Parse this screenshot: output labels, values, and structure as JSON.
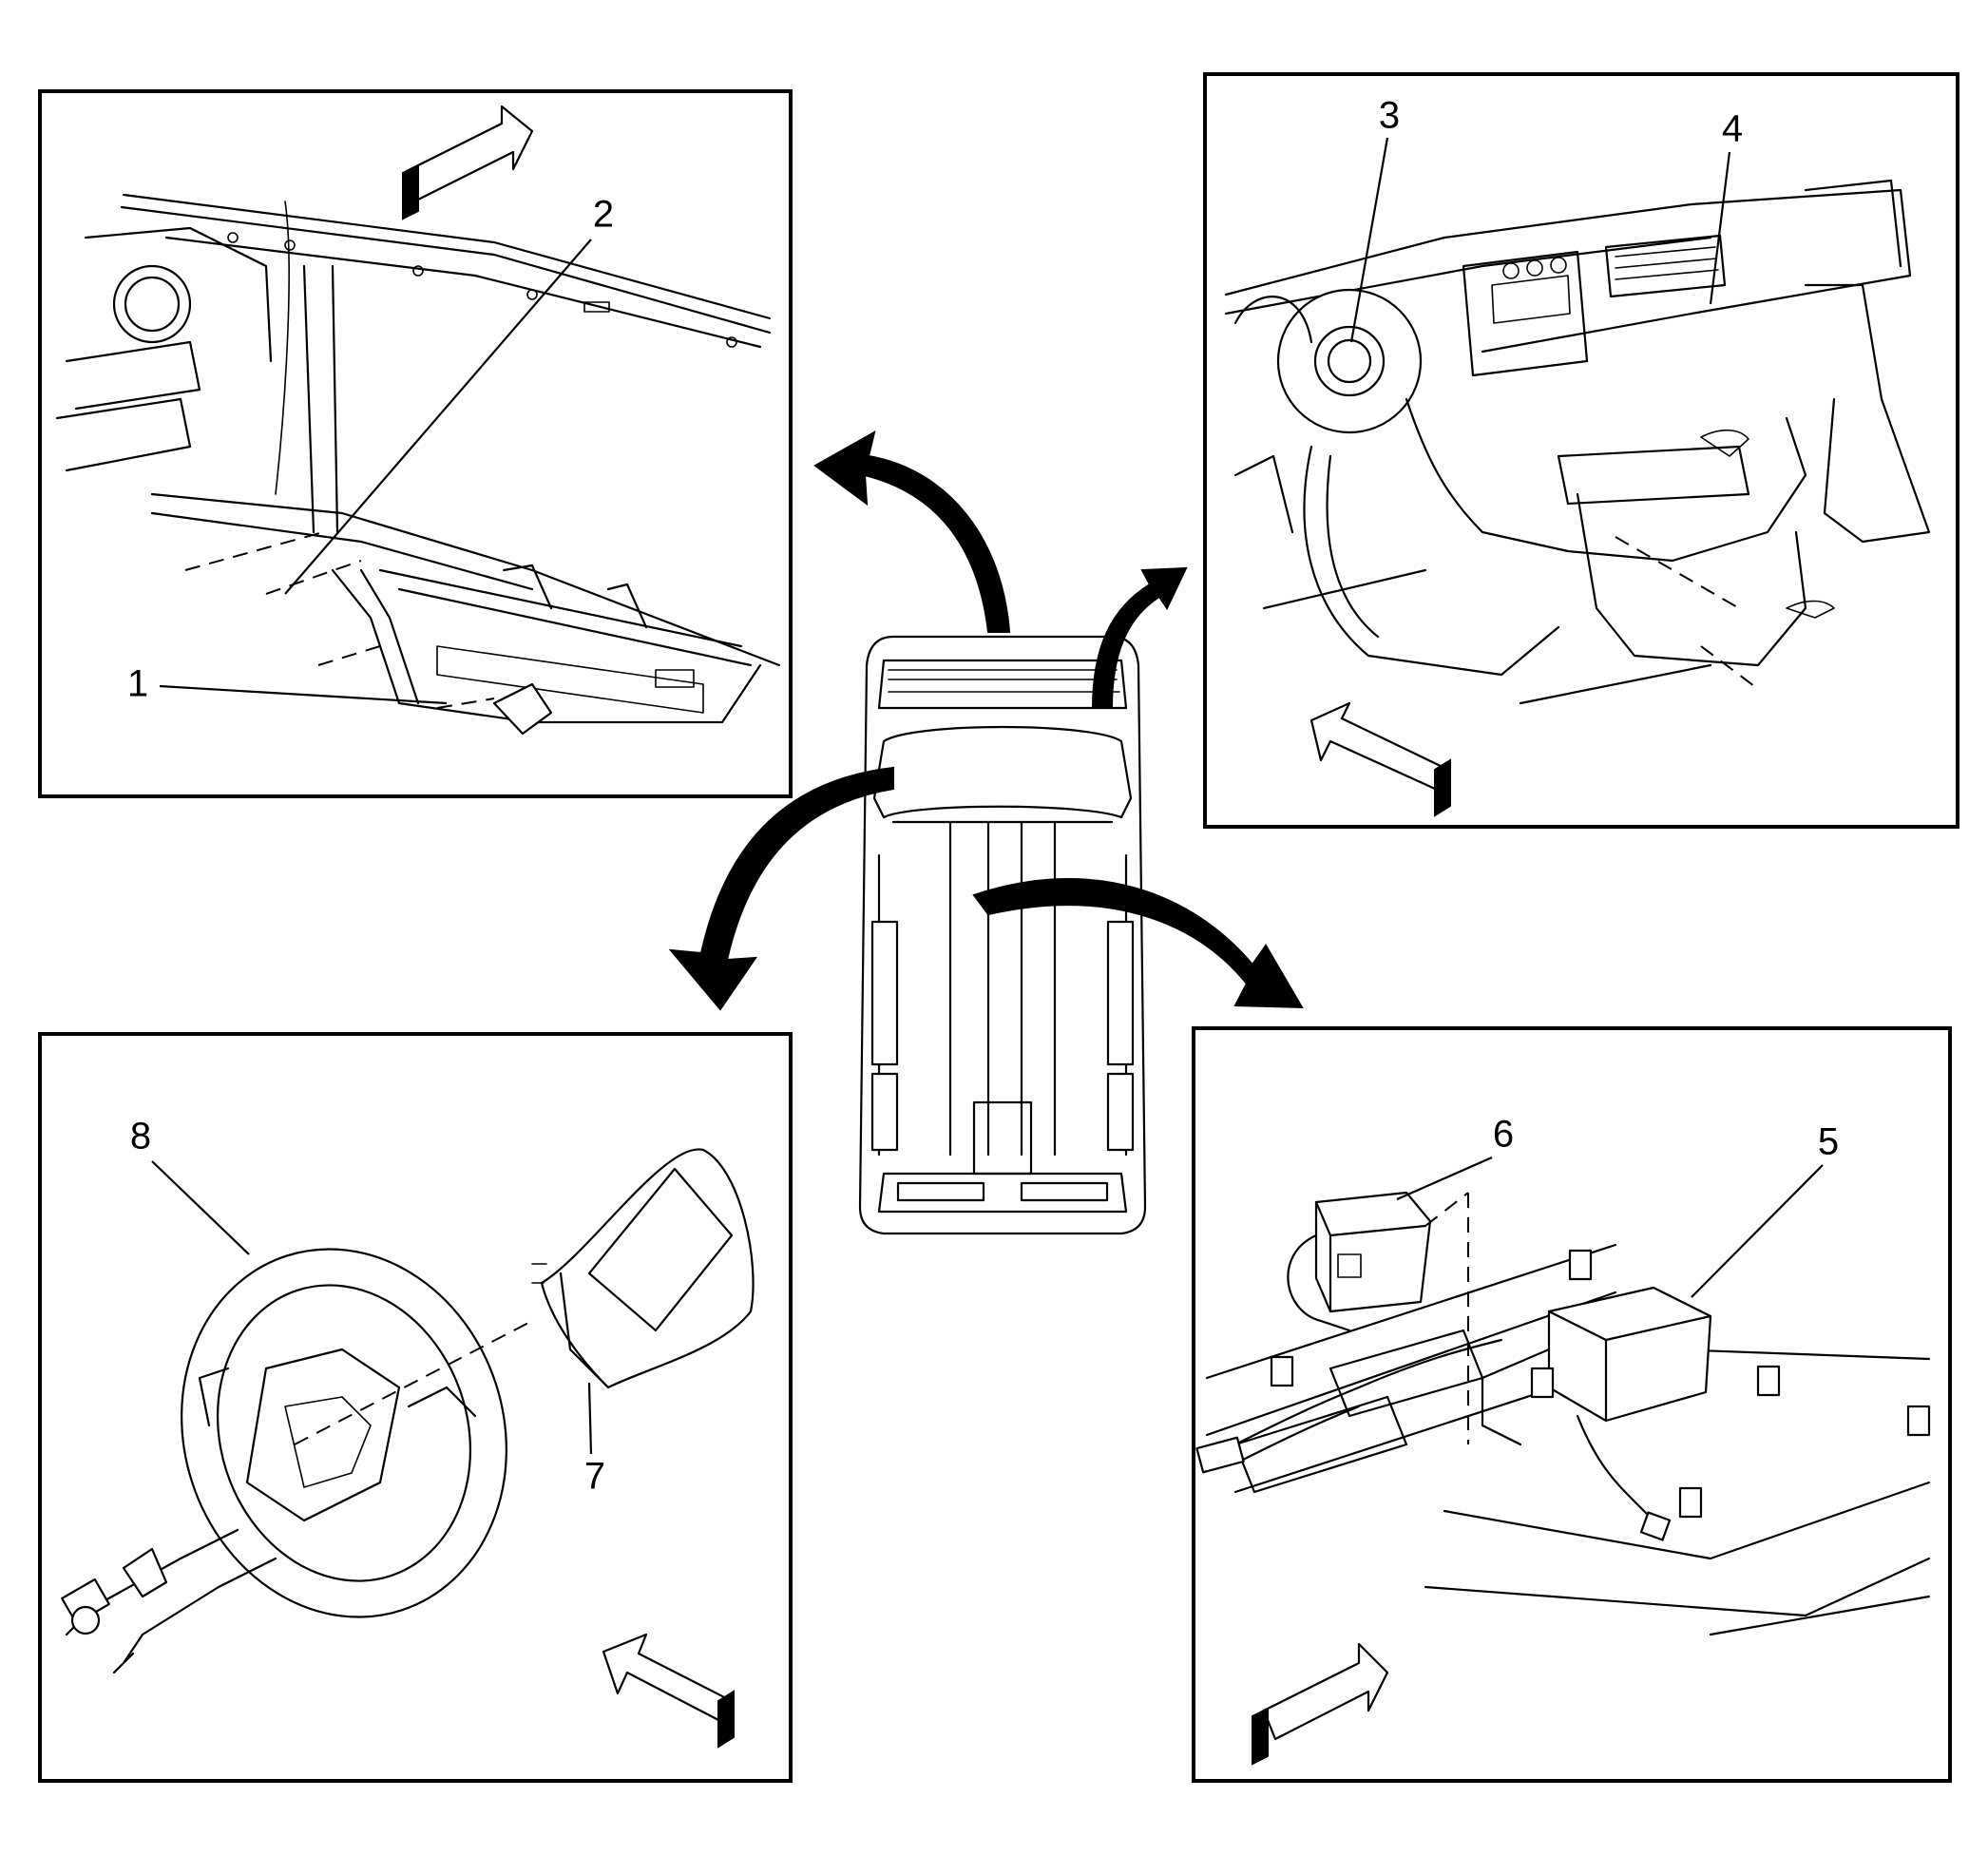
{
  "callouts": [
    {
      "id": "1",
      "label": "1"
    },
    {
      "id": "2",
      "label": "2"
    },
    {
      "id": "3",
      "label": "3"
    },
    {
      "id": "4",
      "label": "4"
    },
    {
      "id": "5",
      "label": "5"
    },
    {
      "id": "6",
      "label": "6"
    },
    {
      "id": "7",
      "label": "7"
    },
    {
      "id": "8",
      "label": "8"
    }
  ],
  "panels": [
    {
      "id": "front-bumper-view",
      "callouts": [
        "1",
        "2"
      ],
      "view_arrow": "up-right"
    },
    {
      "id": "instrument-panel-view",
      "callouts": [
        "3",
        "4"
      ],
      "view_arrow": "up-left"
    },
    {
      "id": "steering-wheel-view",
      "callouts": [
        "7",
        "8"
      ],
      "view_arrow": "up-left"
    },
    {
      "id": "under-seat-module-view",
      "callouts": [
        "5",
        "6"
      ],
      "view_arrow": "up-right"
    }
  ],
  "center_vehicle": {
    "view": "top",
    "pointer_arrows": 4
  },
  "colors": {
    "ink": "#000000",
    "paper": "#ffffff"
  }
}
